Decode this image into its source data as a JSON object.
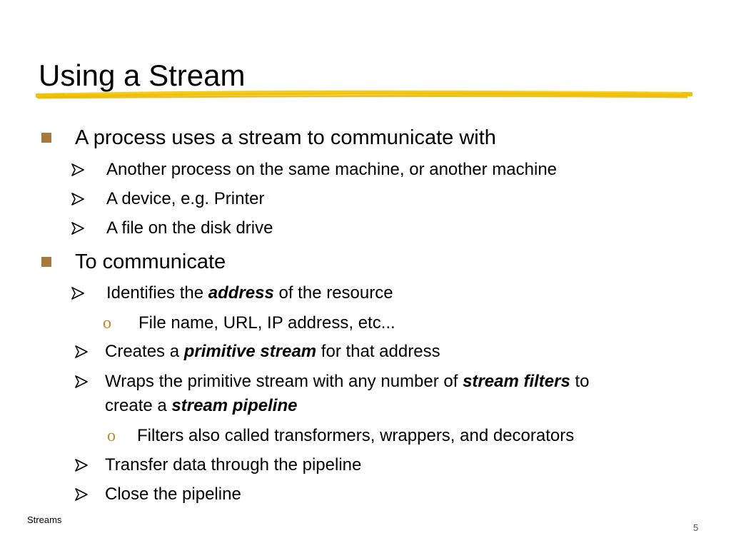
{
  "title": "Using a Stream",
  "colors": {
    "square_bullet": "#a57a3a",
    "sub_bullet": "#c08a2a",
    "underline": "#f2c200"
  },
  "bullets": {
    "b1": "A process uses a stream to communicate with",
    "b1_subs": [
      "Another process on the same machine, or another machine",
      "A device, e.g. Printer",
      "A file on the disk drive"
    ],
    "b2": "To communicate",
    "identifies": {
      "pre": "Identifies the ",
      "em": "address",
      "post": " of the resource"
    },
    "identifies_sub": "File name, URL, IP address, etc...",
    "creates": {
      "pre": "Creates a ",
      "em": "primitive stream",
      "post": " for that address"
    },
    "wraps": {
      "pre": "Wraps the primitive stream with any number of ",
      "em1": "stream filters",
      "mid": " to",
      "line2_pre": "create a ",
      "em2": "stream pipeline"
    },
    "wraps_sub": "Filters also called transformers, wrappers, and decorators",
    "transfer": "Transfer data through the pipeline",
    "close": "Close the pipeline"
  },
  "sub_bullet_glyph": "o",
  "footer": {
    "label": "Streams",
    "page": "5"
  }
}
